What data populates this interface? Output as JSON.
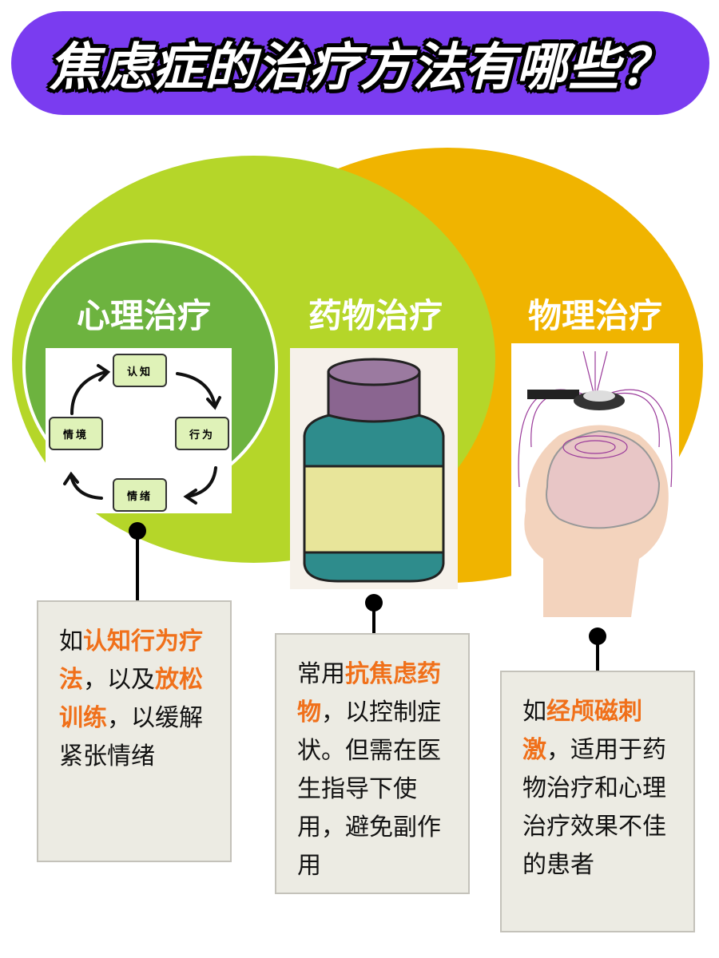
{
  "title": "焦虑症的治疗方法有哪些？",
  "colors": {
    "title_bg": "#7a3cf0",
    "psych_circle": "#6db33f",
    "drug_ellipse": "#b5d629",
    "physical_ellipse": "#f0b400",
    "highlight": "#f0701a"
  },
  "sections": [
    {
      "heading": "心理治疗",
      "image": "cbt-cycle-diagram",
      "cycle": [
        "认知",
        "行为",
        "情绪",
        "情境"
      ],
      "text": [
        {
          "t": "如",
          "h": false
        },
        {
          "t": "认知行为疗法",
          "h": true
        },
        {
          "t": "，以及",
          "h": false
        },
        {
          "t": "放松训练",
          "h": true
        },
        {
          "t": "，以缓解紧张情绪",
          "h": false
        }
      ]
    },
    {
      "heading": "药物治疗",
      "image": "medicine-bottle-icon",
      "text": [
        {
          "t": "常用",
          "h": false
        },
        {
          "t": "抗焦虑药物",
          "h": true
        },
        {
          "t": "，以控制症状。但需在医生指导下使用，避免副作用",
          "h": false
        }
      ]
    },
    {
      "heading": "物理治疗",
      "image": "brain-magnetic-stimulation-icon",
      "text": [
        {
          "t": "如",
          "h": false
        },
        {
          "t": "经颅磁刺激",
          "h": true
        },
        {
          "t": "，适用于药物治疗和心理治疗效果不佳的患者",
          "h": false
        }
      ]
    }
  ]
}
